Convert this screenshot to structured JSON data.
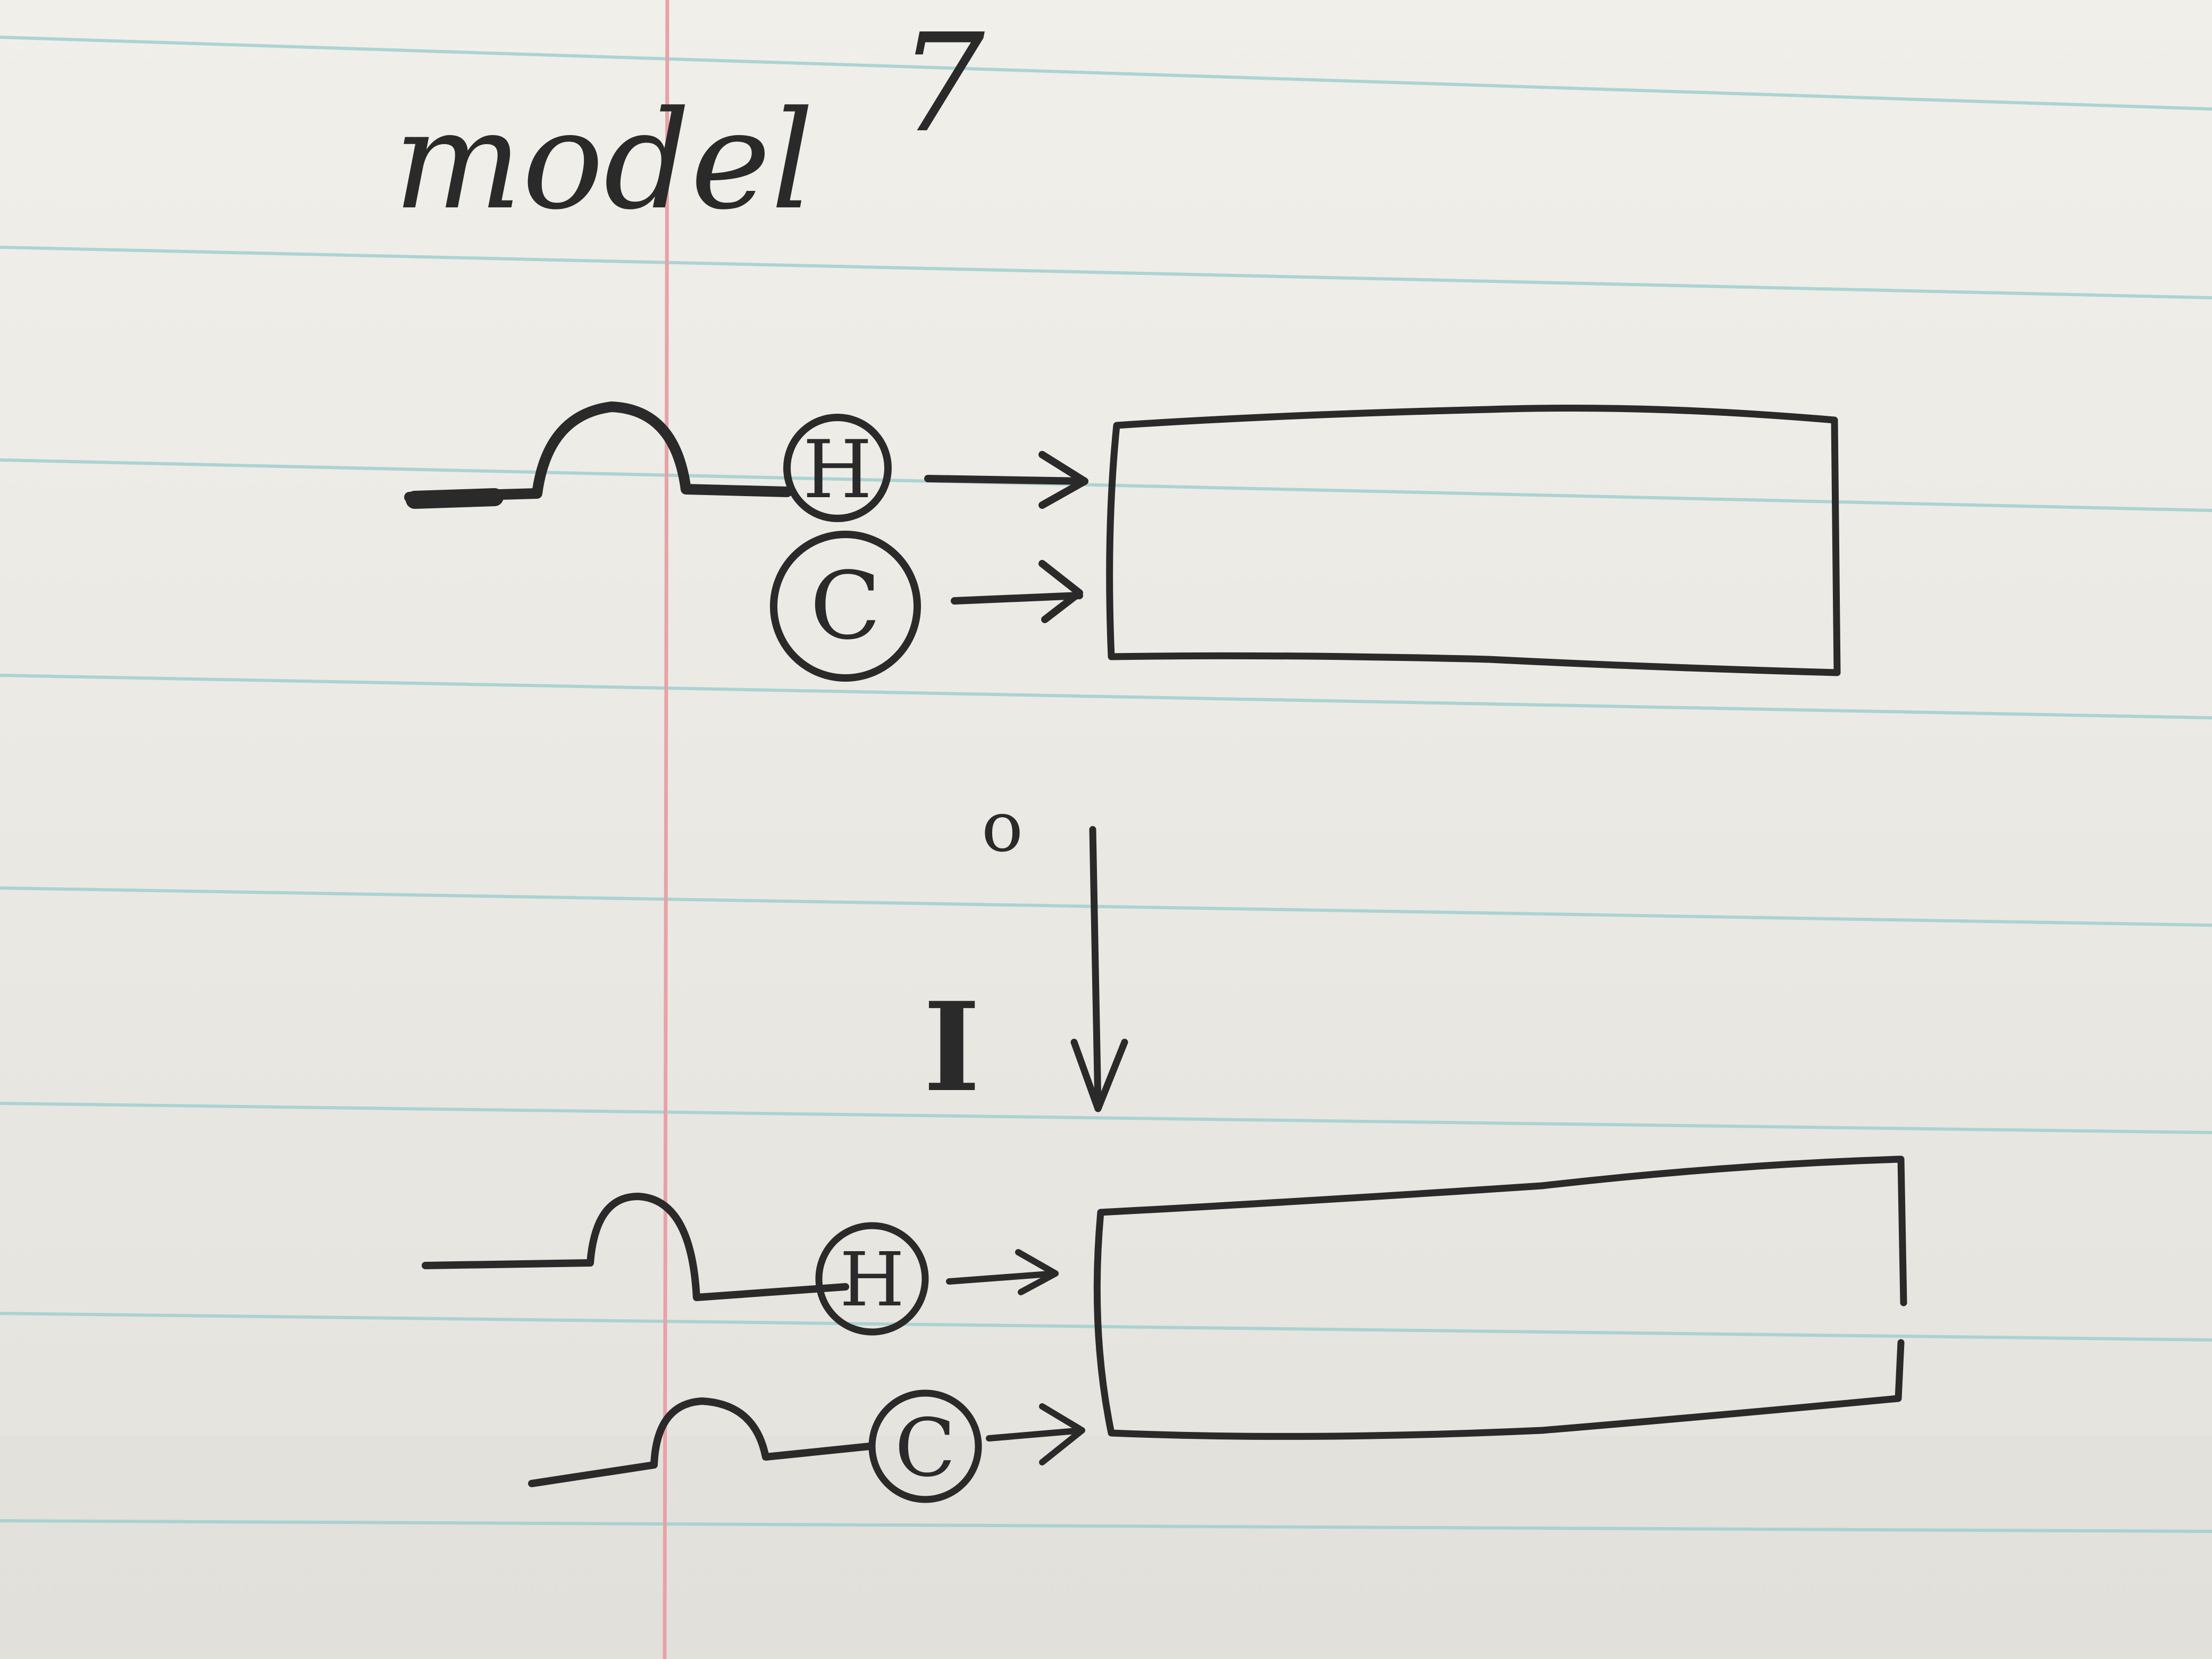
{
  "notebook": {
    "ruling_color": "#9fcfd0",
    "margin_color": "#e7a2a8",
    "ink_color": "#2b2a2a"
  },
  "heading": {
    "title": "model",
    "number": "7"
  },
  "top_diagram": {
    "circle_h_label": "H",
    "circle_c_label": "C"
  },
  "transition": {
    "upper_mark": "o",
    "lower_mark": "I"
  },
  "bottom_diagram": {
    "circle_h_label": "H",
    "circle_c_label": "C"
  }
}
